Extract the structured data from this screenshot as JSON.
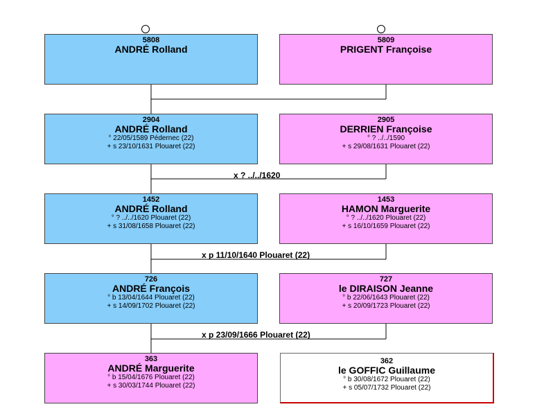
{
  "people": {
    "p5808": {
      "num": "5808",
      "name": "ANDRÉ Rolland",
      "ev1": "",
      "ev2": ""
    },
    "p5809": {
      "num": "5809",
      "name": "PRIGENT Françoise",
      "ev1": "",
      "ev2": ""
    },
    "p2904": {
      "num": "2904",
      "name": "ANDRÉ Rolland",
      "ev1": "° 22/05/1589 Pédernec (22)",
      "ev2": "+ s 23/10/1631 Plouaret (22)"
    },
    "p2905": {
      "num": "2905",
      "name": "DERRIEN Françoise",
      "ev1": "° ?  ../../1590",
      "ev2": "+ s 29/08/1631 Plouaret (22)"
    },
    "p1452": {
      "num": "1452",
      "name": "ANDRÉ Rolland",
      "ev1": "° ?  ../../1620 Plouaret (22)",
      "ev2": "+ s 31/08/1658 Plouaret (22)"
    },
    "p1453": {
      "num": "1453",
      "name": "HAMON Marguerite",
      "ev1": "° ?  ../../1620 Plouaret (22)",
      "ev2": "+ s 16/10/1659 Plouaret (22)"
    },
    "p726": {
      "num": "726",
      "name": "ANDRÉ François",
      "ev1": "° b 13/04/1644 Plouaret (22)",
      "ev2": "+ s 14/09/1702 Plouaret (22)"
    },
    "p727": {
      "num": "727",
      "name": "le DIRAISON Jeanne",
      "ev1": "° b 22/06/1643 Plouaret (22)",
      "ev2": "+ s 20/09/1723 Plouaret (22)"
    },
    "p363": {
      "num": "363",
      "name": "ANDRÉ Marguerite",
      "ev1": "° b 15/04/1676 Plouaret (22)",
      "ev2": "+ s 30/03/1744 Plouaret (22)"
    },
    "p362": {
      "num": "362",
      "name": "le GOFFIC Guillaume",
      "ev1": "° b 30/08/1672 Plouaret (22)",
      "ev2": "+ s 05/07/1732 Plouaret (22)"
    }
  },
  "marriages": {
    "m1": "x ?  ../../1620",
    "m2": "x p 11/10/1640 Plouaret (22)",
    "m3": "x p 23/09/1666 Plouaret (22)"
  },
  "colors": {
    "male": "#87cefa",
    "female": "#ffa8ff",
    "line": "#000000"
  }
}
